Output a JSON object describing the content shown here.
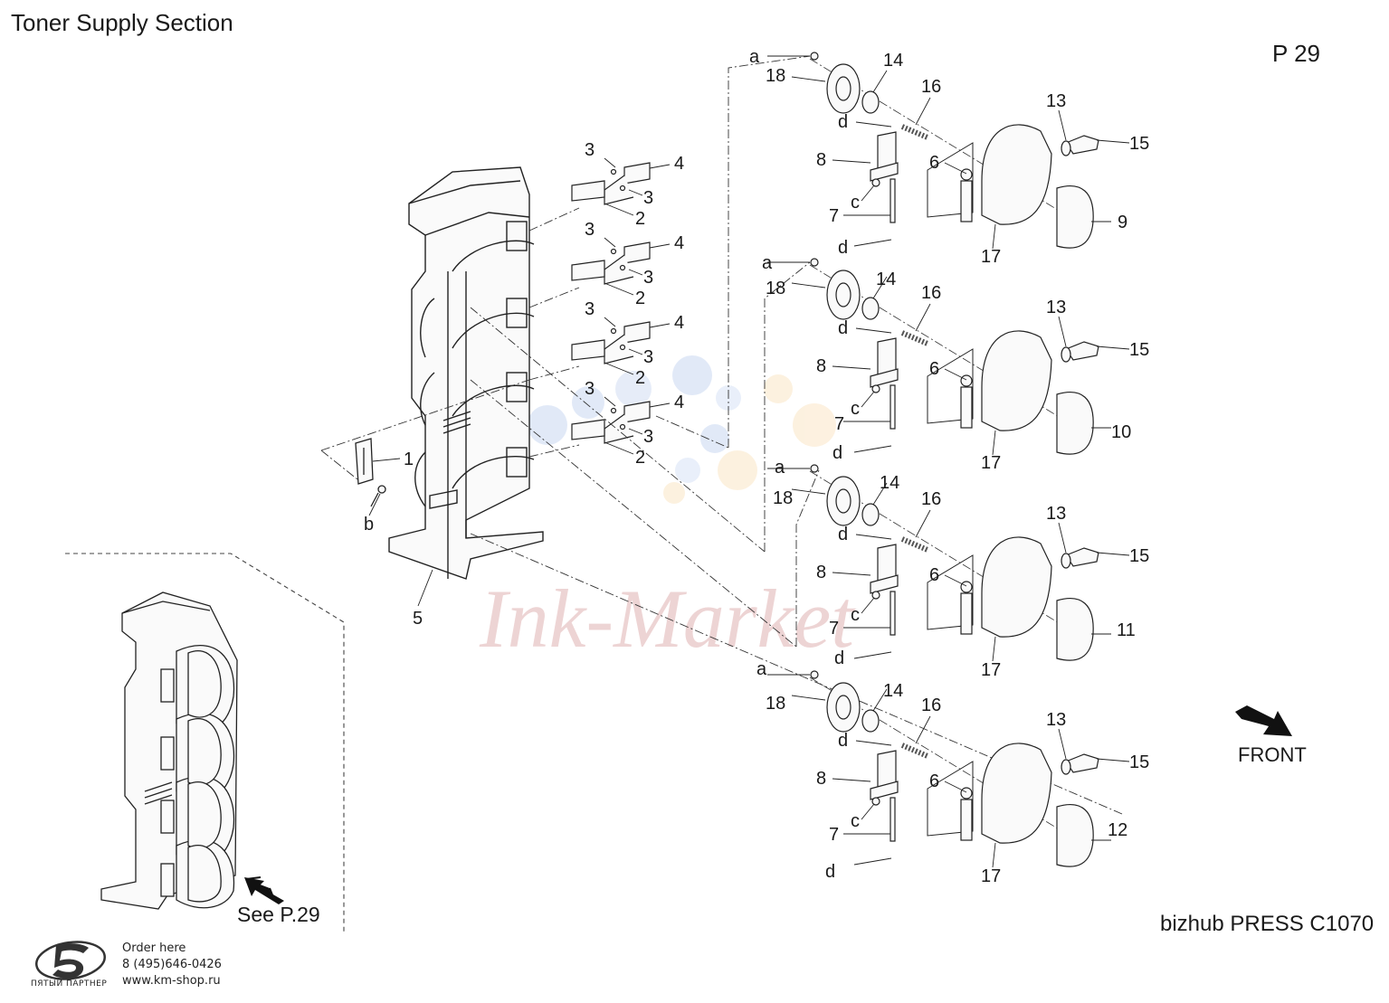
{
  "header": {
    "title": "Toner Supply Section",
    "page": "P 29"
  },
  "footer": {
    "model": "bizhub PRESS C1070",
    "see_reference": "See P.29",
    "front_label": "FRONT"
  },
  "order_box": {
    "line1": "Order here",
    "line2": "8 (495)646-0426",
    "line3": "www.km-shop.ru",
    "partner": "ПЯТЫЙ ПАРТНЕР"
  },
  "watermark": "Ink-Market",
  "left_callouts": {
    "c1": "3",
    "c2": "4",
    "c3": "3",
    "c4": "2",
    "c5": "3",
    "c6": "4",
    "c7": "3",
    "c8": "2",
    "c9": "3",
    "c10": "4",
    "c11": "3",
    "c12": "2",
    "c13": "3",
    "c14": "4",
    "c15": "3",
    "c16": "2",
    "c17": "1",
    "c18": "b",
    "c19": "5"
  },
  "assemblies": [
    {
      "a": "a",
      "p18": "18",
      "p14": "14",
      "p16": "16",
      "d1": "d",
      "p8": "8",
      "p6": "6",
      "c": "c",
      "p7": "7",
      "d2": "d",
      "p13": "13",
      "p15": "15",
      "cover": "9",
      "p17": "17"
    },
    {
      "a": "a",
      "p18": "18",
      "p14": "14",
      "p16": "16",
      "d1": "d",
      "p8": "8",
      "p6": "6",
      "c": "c",
      "p7": "7",
      "d2": "d",
      "p13": "13",
      "p15": "15",
      "cover": "10",
      "p17": "17"
    },
    {
      "a": "a",
      "p18": "18",
      "p14": "14",
      "p16": "16",
      "d1": "d",
      "p8": "8",
      "p6": "6",
      "c": "c",
      "p7": "7",
      "d2": "d",
      "p13": "13",
      "p15": "15",
      "cover": "11",
      "p17": "17"
    },
    {
      "a": "a",
      "p18": "18",
      "p14": "14",
      "p16": "16",
      "d1": "d",
      "p8": "8",
      "p6": "6",
      "c": "c",
      "p7": "7",
      "d2": "d",
      "p13": "13",
      "p15": "15",
      "cover": "12",
      "p17": "17"
    }
  ]
}
